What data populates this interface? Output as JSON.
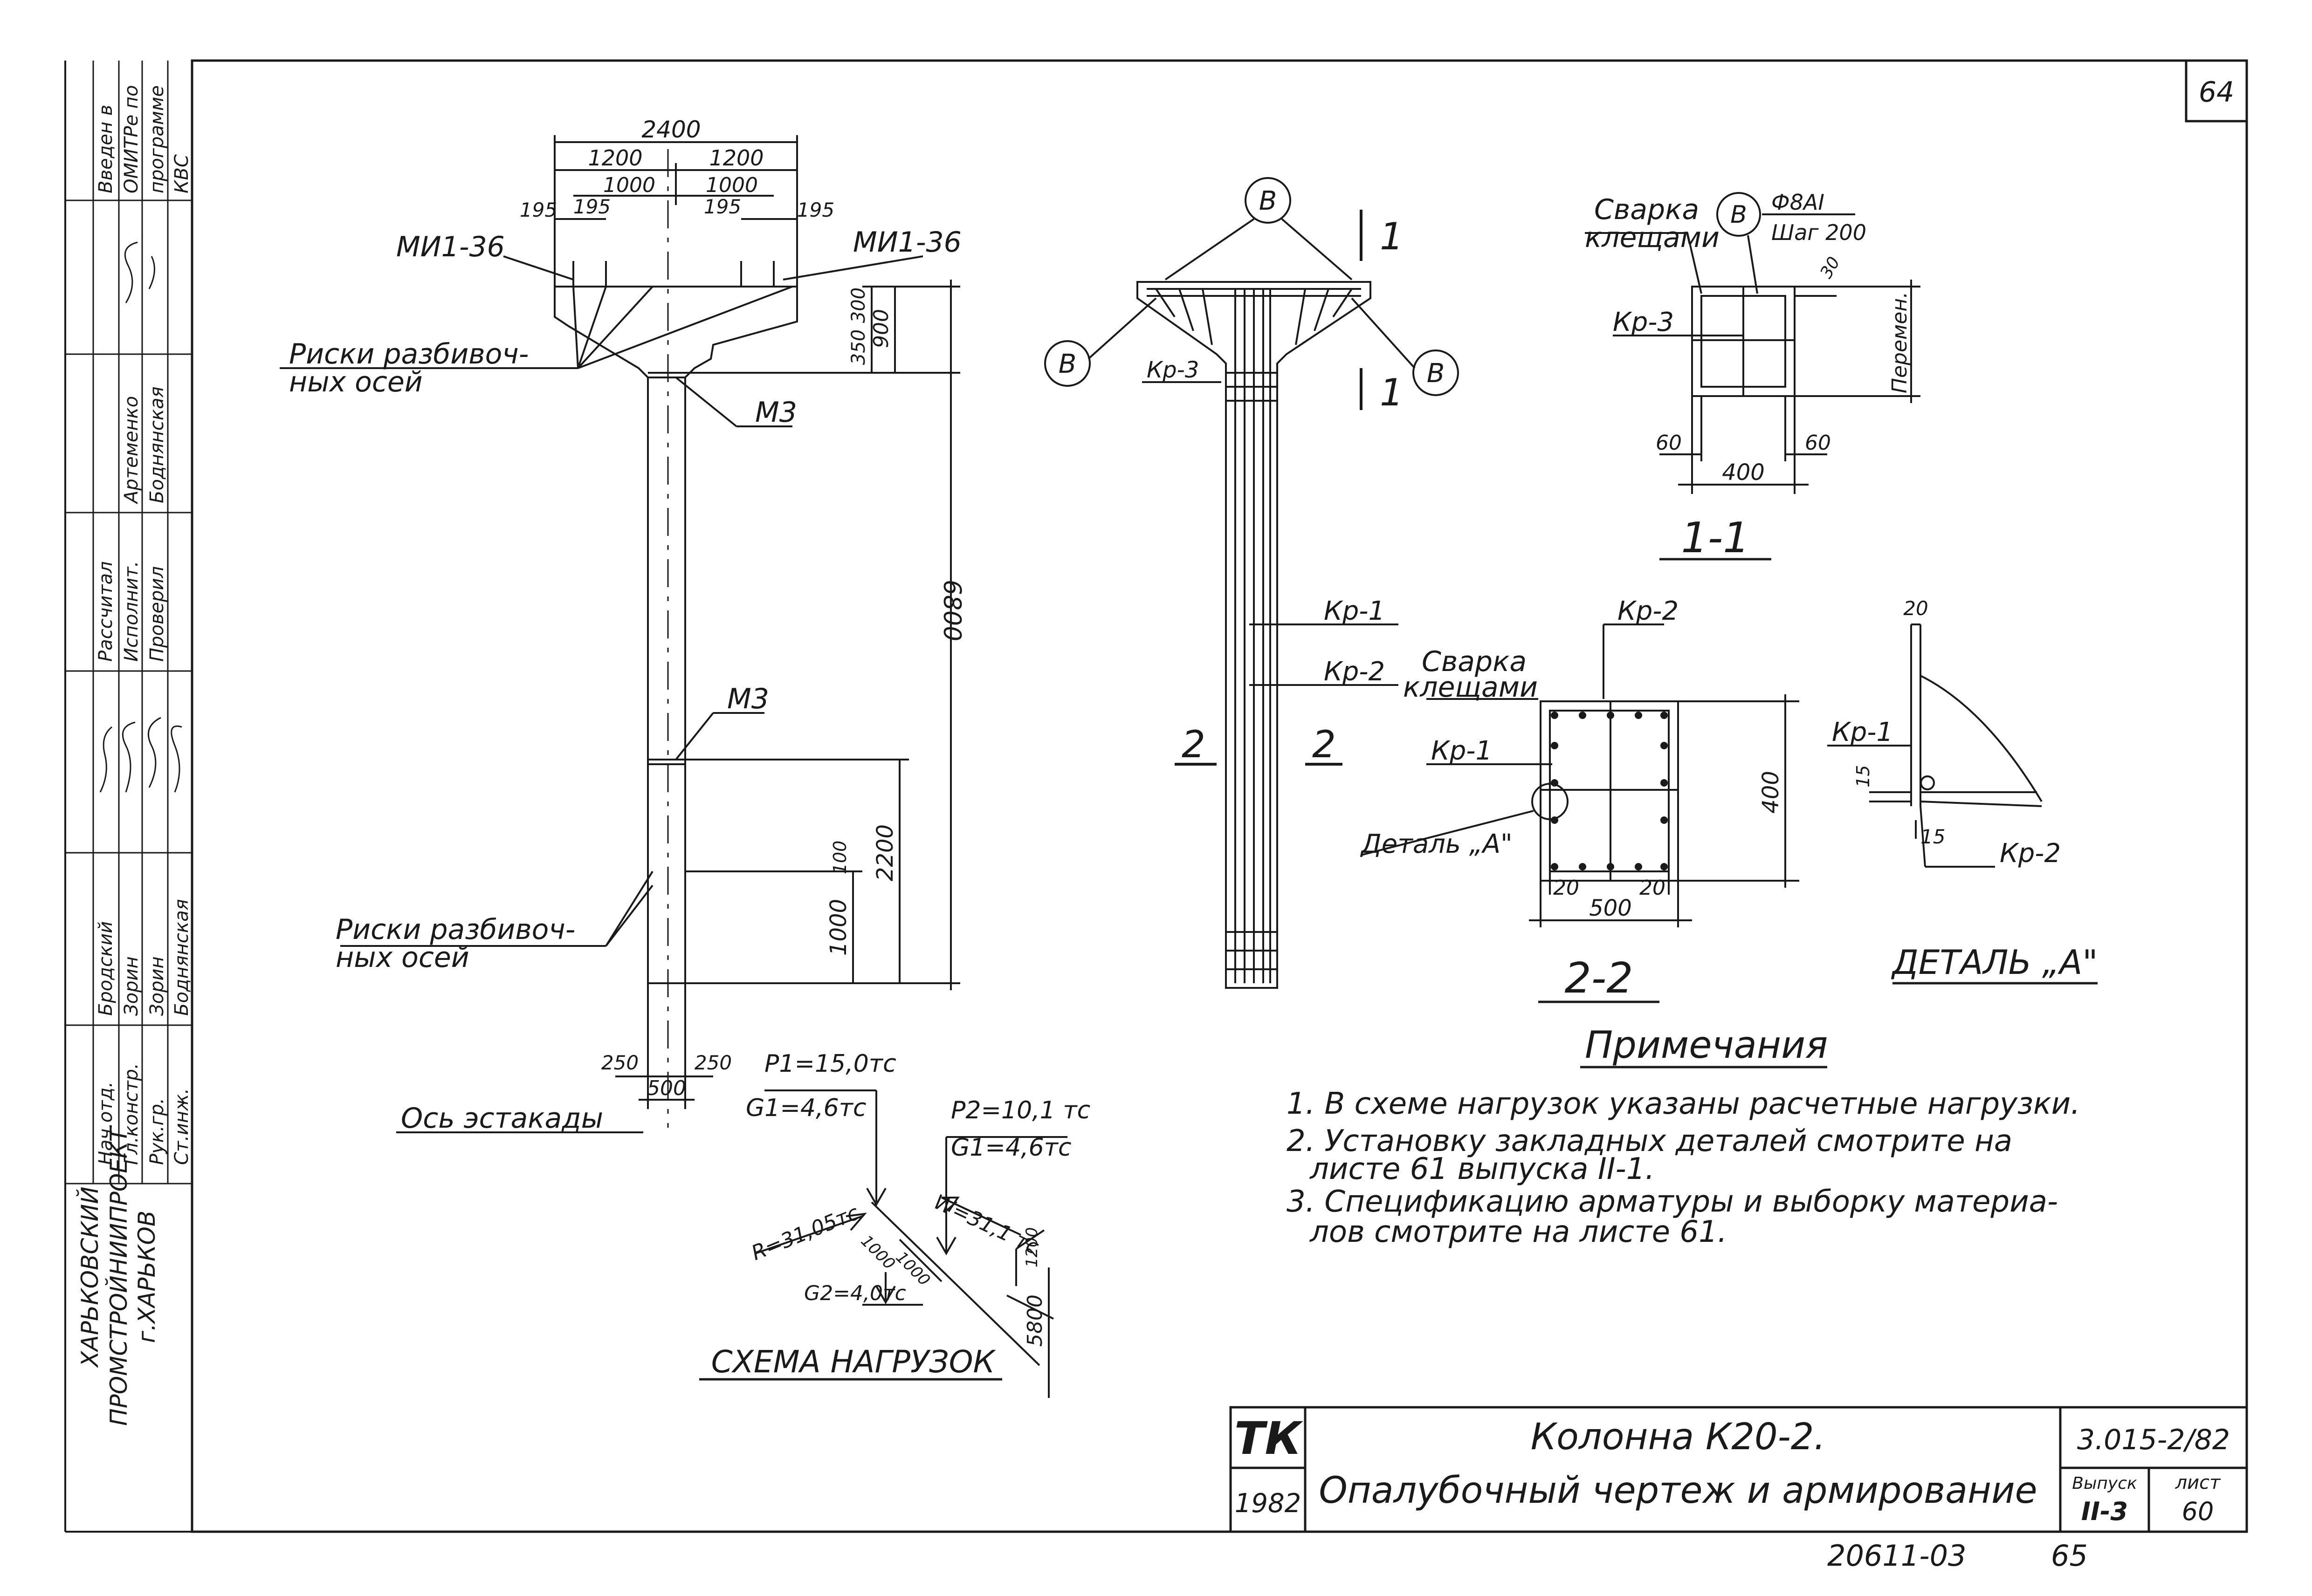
{
  "sheet": {
    "page_number": "64",
    "archive_number": "20611-03",
    "archive_page": "65"
  },
  "stamp": {
    "organization": [
      "ХАРЬКОВСКИЙ",
      "ПРОМСТРОЙНИИПРОЕКТ",
      "г.ХАРЬКОВ"
    ],
    "roles": [
      "Нач.отд.",
      "Гл.констр.",
      "Рук.гр.",
      "Ст.инж.",
      "Рассчитал",
      "Исполнит.",
      "Проверил"
    ],
    "names": [
      "Бродский",
      "Зорин",
      "Зорин",
      "Боднянская",
      "Артеменко",
      "Боднянская"
    ],
    "approval_note": [
      "Введен в",
      "ОМИТРе по",
      "программе",
      "КВС"
    ]
  },
  "title_block": {
    "logo": "ТК",
    "year": "1982",
    "title_line1": "Колонна К20-2.",
    "title_line2": "Опалубочный чертеж и армирование",
    "doc_code": "3.015-2/82",
    "issue_label": "Выпуск",
    "issue_value": "II-3",
    "sheet_label": "лист",
    "sheet_value": "60"
  },
  "column_view": {
    "dim_total_width": "2400",
    "dim_half_left": "1200",
    "dim_half_right": "1200",
    "dim_inner_left": "1000",
    "dim_inner_right": "1000",
    "dim_edge_left": "195",
    "dim_edge_left2": "195",
    "dim_edge_right": "195",
    "dim_edge_right2": "195",
    "embed_left": "МИ1-36",
    "embed_right": "МИ1-36",
    "axis_marks_top": [
      "Риски разбивоч-",
      "ных осей"
    ],
    "axis_marks_bottom": [
      "Риски разбивоч-",
      "ных осей"
    ],
    "embed_m3_top": "М3",
    "embed_m3_mid": "М3",
    "dim_350": "350",
    "dim_300": "300",
    "dim_900": "900",
    "dim_height": "6800",
    "dim_2200": "2200",
    "dim_1000": "1000",
    "dim_100": "100",
    "dim_250_left": "250",
    "dim_250_right": "250",
    "dim_500": "500",
    "trestle_axis": "Ось эстакады"
  },
  "rebar_view": {
    "pos_b": "В",
    "section_1": "1",
    "section_2": "2",
    "kp3": "Кр-3",
    "kp1": "Кр-1",
    "kp2": "Кр-2"
  },
  "section_1_1": {
    "weld_label": [
      "Сварка",
      "клещами"
    ],
    "pos_b": "В",
    "bar_spec": "Ф8АI",
    "bar_step": "Шаг 200",
    "kp3": "Кр-3",
    "dim_30": "30",
    "dim_var": "Перемен.",
    "dim_60_left": "60",
    "dim_60_right": "60",
    "dim_400": "400",
    "caption": "1-1"
  },
  "section_2_2": {
    "kp2": "Кр-2",
    "weld_label": [
      "Сварка",
      "клещами"
    ],
    "kp1": "Кр-1",
    "detail_ref": "Деталь „А\"",
    "dim_400": "400",
    "dim_20_left": "20",
    "dim_20_right": "20",
    "dim_500": "500",
    "caption": "2-2"
  },
  "detail_a": {
    "dim_20": "20",
    "kp1": "Кр-1",
    "kp2": "Кр-2",
    "dim_15_a": "15",
    "dim_15_b": "15",
    "caption": "ДЕТАЛЬ „А\""
  },
  "load_scheme": {
    "p1": "P1=15,0тс",
    "g1_left": "G1=4,6тс",
    "p2": "P2=10,1 тс",
    "g1_right": "G1=4,6тс",
    "r": "R=31,05тс",
    "w": "W=31,1 тс",
    "g2": "G2=4,0тс",
    "dim_1000_a": "1000",
    "dim_1000_b": "1000",
    "dim_1200": "1200",
    "dim_5800": "5800",
    "caption": "СХЕМА НАГРУЗОК"
  },
  "notes": {
    "heading": "Примечания",
    "lines": [
      "1. В схеме нагрузок указаны расчетные нагрузки.",
      "2. Установку закладных деталей смотрите на",
      "листе 61 выпуска II-1.",
      "3. Спецификацию арматуры и выборку материа-",
      "лов смотрите на листе 61."
    ]
  }
}
